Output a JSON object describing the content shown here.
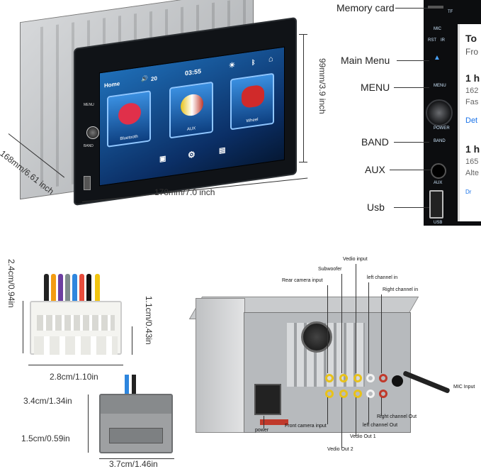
{
  "head_unit": {
    "screen": {
      "home": "Home",
      "volume": "20",
      "time": "03:55"
    },
    "tiles": [
      "Bluetooth",
      "AUX",
      "Wheel"
    ],
    "side_buttons": [
      "MENU",
      "BAND"
    ],
    "dimensions": {
      "height": "99mm/3.9 inch",
      "width": "178mm/7.0 inch",
      "depth": "168mm/6.61 inch"
    }
  },
  "front_panel": {
    "callouts": [
      "Memory card",
      "Main Menu",
      "MENU",
      "BAND",
      "AUX",
      "Usb"
    ],
    "panel_text": {
      "tf": "TF",
      "mic": "MIC",
      "rst": "RST",
      "ir": "IR",
      "menu": "MENU",
      "band": "BAND",
      "aux": "AUX",
      "usb": "USB",
      "power": "POWER"
    },
    "nav_screen": [
      "To",
      "Fro",
      "1 h",
      "162",
      "Fas",
      "Det",
      "1 h",
      "165",
      "Alte",
      "Dr"
    ]
  },
  "harness": {
    "plug1": {
      "height": "2.4cm/0.94in",
      "inner_height": "1.1cm/0.43in",
      "width": "2.8cm/1.10in"
    },
    "plug2": {
      "height": "3.4cm/1.34in",
      "inner_height": "1.5cm/0.59in",
      "width": "3.7cm/1.46in"
    }
  },
  "rear": {
    "labels": {
      "vedio_input": "Vedio input",
      "subwoofer": "Subwoofer",
      "rear_camera": "Rear camera input",
      "left_in": "left channel in",
      "right_in": "Right channel in",
      "mic_input": "MIC Input",
      "right_out": "Right channel Out",
      "left_out": "left channel Out",
      "vedio_out1": "Vedio Out 1",
      "vedio_out2": "Vedio Out 2",
      "front_camera": "Front camera input",
      "power": "power"
    },
    "colors": {
      "yellow": "#e8c21a",
      "white": "#f2f2f2",
      "red": "#c0392b"
    }
  }
}
